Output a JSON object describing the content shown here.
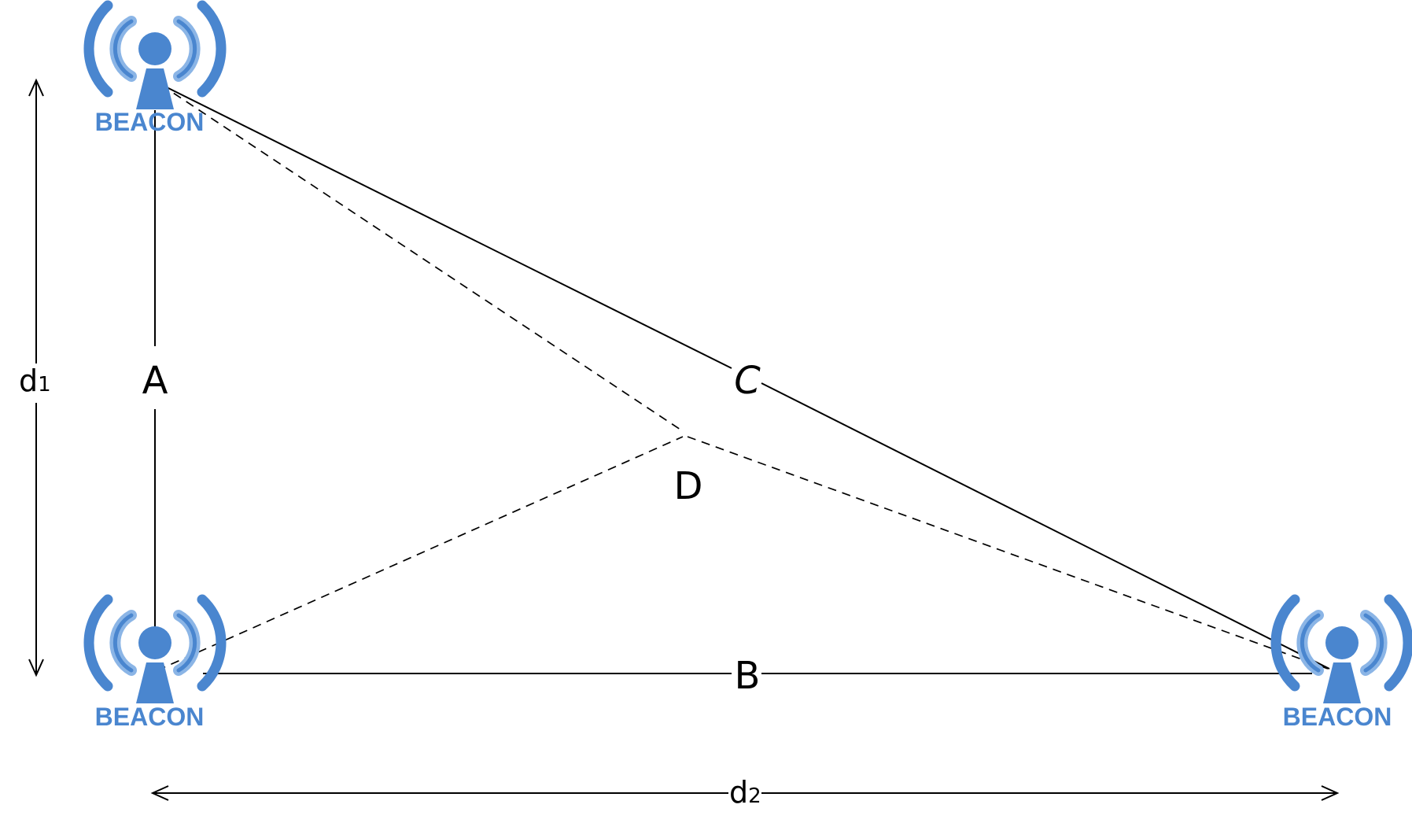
{
  "diagram": {
    "labels": {
      "side_a": "A",
      "side_b": "B",
      "side_c": "C",
      "point_d": "D",
      "dim1_main": "d",
      "dim1_sub": "1",
      "dim2_main": "d",
      "dim2_sub": "2"
    },
    "beacons": [
      {
        "id": "top-left",
        "label": "BEACON"
      },
      {
        "id": "bottom-left",
        "label": "BEACON"
      },
      {
        "id": "bottom-right",
        "label": "BEACON"
      }
    ],
    "colors": {
      "beacon_primary": "#4a86cf",
      "beacon_light": "#8bb5e6",
      "beacon_text": "#4a86cf",
      "lines": "#000000"
    },
    "icons": [
      "beacon-tower-icon"
    ]
  }
}
